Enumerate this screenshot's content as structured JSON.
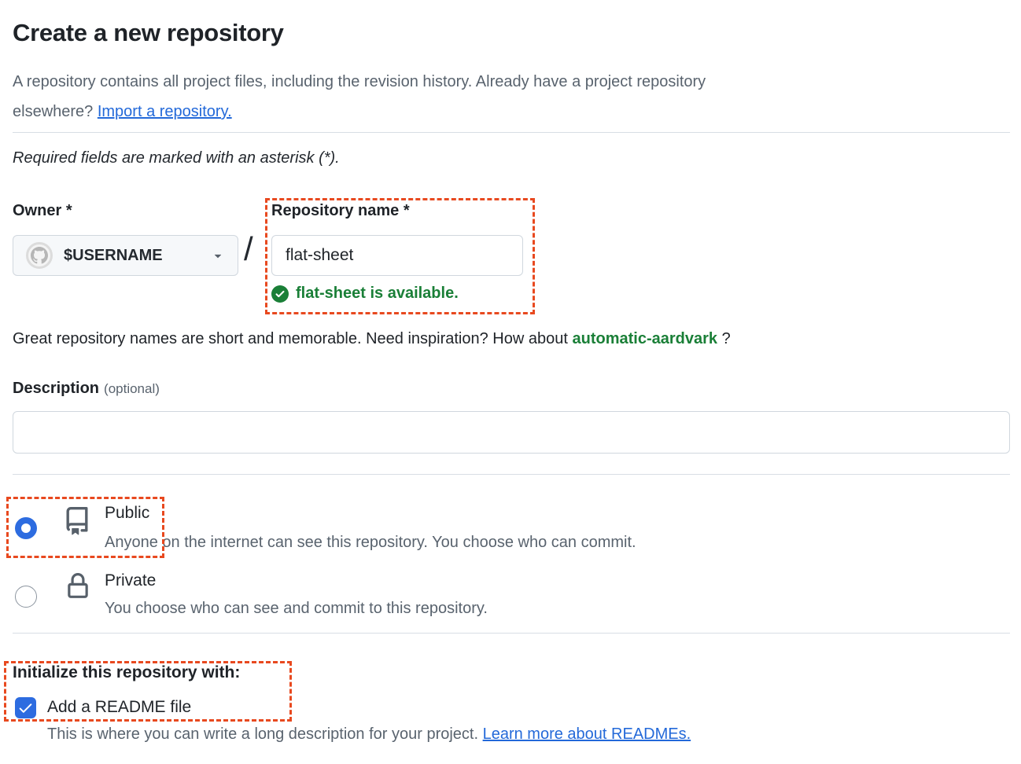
{
  "page": {
    "title": "Create a new repository",
    "intro_line1": "A repository contains all project files, including the revision history. Already have a project repository",
    "intro_line2_prefix": "elsewhere? ",
    "intro_link": "Import a repository.",
    "required_note": "Required fields are marked with an asterisk (*)."
  },
  "owner": {
    "label": "Owner",
    "asterisk": "*",
    "value": "$USERNAME",
    "separator": "/"
  },
  "repo_name": {
    "label": "Repository name",
    "asterisk": "*",
    "value": "flat-sheet",
    "availability_message": "flat-sheet is available."
  },
  "suggestion": {
    "text_before": "Great repository names are short and memorable. Need inspiration? How about ",
    "suggested_name": "automatic-aardvark",
    "text_after": " ?"
  },
  "description": {
    "label": "Description",
    "optional_label": "(optional)",
    "value": "",
    "placeholder": ""
  },
  "visibility": {
    "public": {
      "label": "Public",
      "description": "Anyone on the internet can see this repository. You choose who can commit.",
      "selected": true
    },
    "private": {
      "label": "Private",
      "description": "You choose who can see and commit to this repository.",
      "selected": false
    }
  },
  "initialize": {
    "heading": "Initialize this repository with:",
    "readme_label": "Add a README file",
    "readme_checked": true,
    "readme_help_text": "This is where you can write a long description for your project. ",
    "readme_link": "Learn more about READMEs."
  },
  "icons": {
    "avatar": "github-octocat-avatar-icon",
    "owner_dropdown": "triangle-down-icon",
    "availability": "check-circle-icon",
    "public": "repo-book-icon",
    "private": "lock-icon",
    "readme_checkbox": "checkmark-icon"
  },
  "colors": {
    "text_primary": "#1f2328",
    "text_muted": "#59636e",
    "link_blue": "#2369d9",
    "control_blue": "#2d6ce0",
    "success_green": "#1a7f37",
    "annotation_red": "#e8491f",
    "border": "#d0d7de",
    "divider": "#d8dee4",
    "button_bg": "#f6f8fa"
  }
}
